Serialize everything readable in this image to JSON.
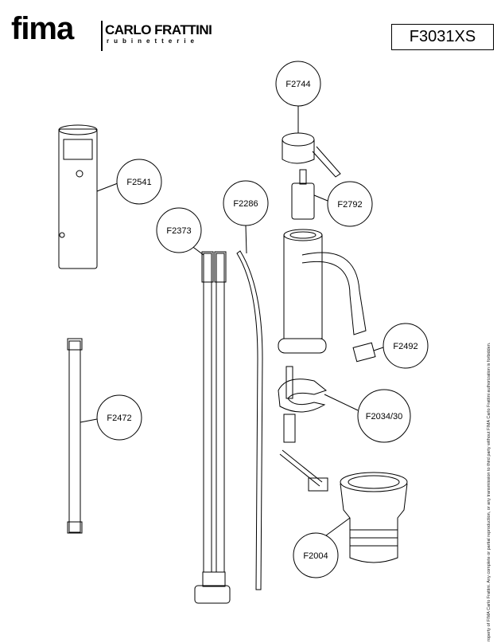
{
  "header": {
    "brand": "fima",
    "brand2": "CARLO FRATTINI",
    "brand_sub": "rubinetterie",
    "model_code": "F3031XS"
  },
  "parts": [
    {
      "code": "F2744",
      "name": "handle"
    },
    {
      "code": "F2541",
      "name": "wrench"
    },
    {
      "code": "F2286",
      "name": "rod"
    },
    {
      "code": "F2792",
      "name": "cartridge"
    },
    {
      "code": "F2373",
      "name": "flexible-hoses"
    },
    {
      "code": "F2492",
      "name": "aerator"
    },
    {
      "code": "F2472",
      "name": "stud"
    },
    {
      "code": "F2034/30",
      "name": "fixing-kit"
    },
    {
      "code": "F2004",
      "name": "waste"
    }
  ],
  "legal": "roperty of FIMA Carlo Frattini. Any complete or partial reproduction, or any transmission to third party without FIMA Carlo Frattini authorization is forbidden."
}
